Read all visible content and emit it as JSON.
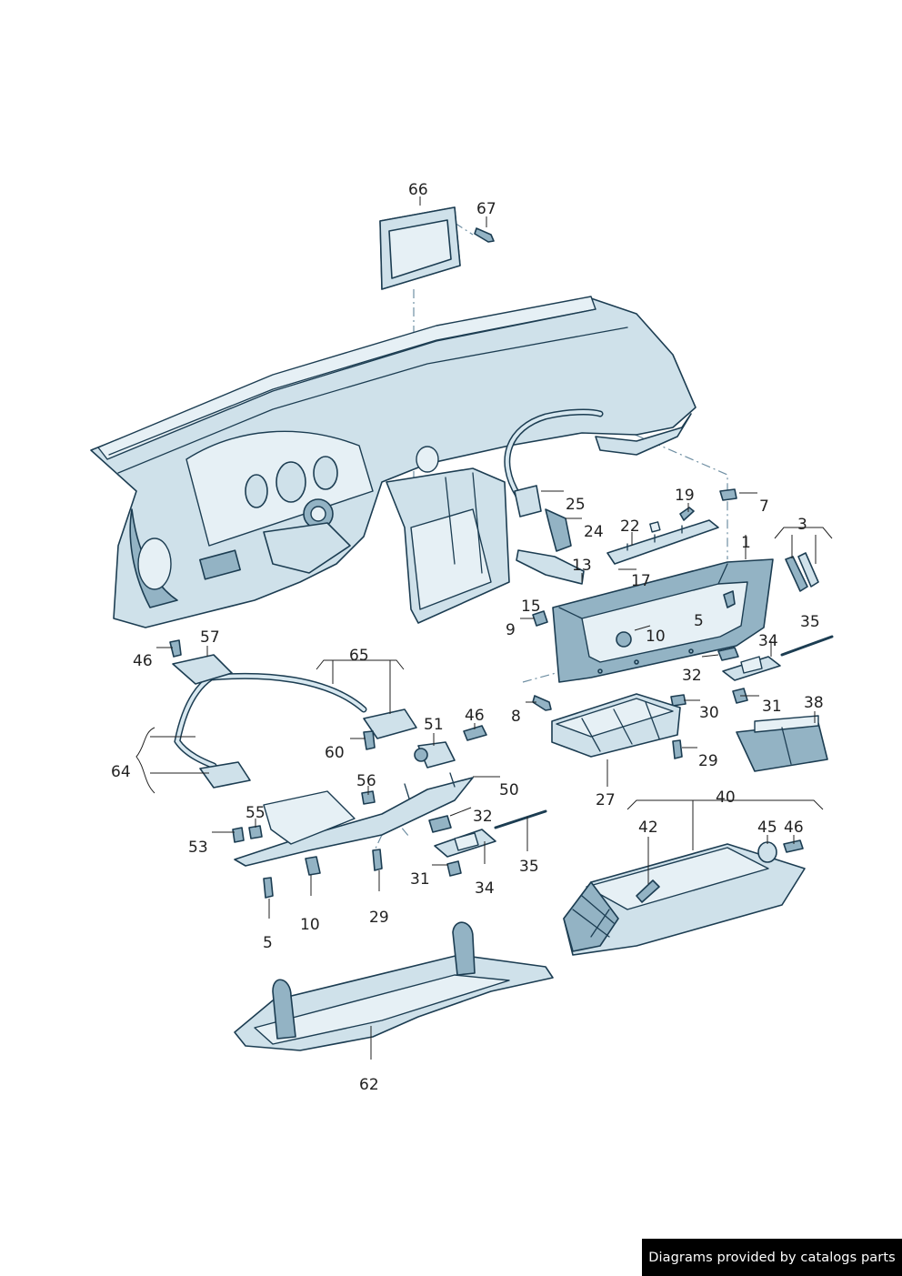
{
  "callouts": [
    {
      "id": "66",
      "label": "66"
    },
    {
      "id": "67",
      "label": "67"
    },
    {
      "id": "25",
      "label": "25"
    },
    {
      "id": "24",
      "label": "24"
    },
    {
      "id": "19",
      "label": "19"
    },
    {
      "id": "7",
      "label": "7"
    },
    {
      "id": "22",
      "label": "22"
    },
    {
      "id": "3",
      "label": "3"
    },
    {
      "id": "1",
      "label": "1"
    },
    {
      "id": "13",
      "label": "13"
    },
    {
      "id": "17",
      "label": "17"
    },
    {
      "id": "15",
      "label": "15"
    },
    {
      "id": "9",
      "label": "9"
    },
    {
      "id": "5a",
      "label": "5"
    },
    {
      "id": "10a",
      "label": "10"
    },
    {
      "id": "35a",
      "label": "35"
    },
    {
      "id": "34a",
      "label": "34"
    },
    {
      "id": "32a",
      "label": "32"
    },
    {
      "id": "31a",
      "label": "31"
    },
    {
      "id": "38",
      "label": "38"
    },
    {
      "id": "30",
      "label": "30"
    },
    {
      "id": "8",
      "label": "8"
    },
    {
      "id": "29a",
      "label": "29"
    },
    {
      "id": "27",
      "label": "27"
    },
    {
      "id": "57",
      "label": "57"
    },
    {
      "id": "46a",
      "label": "46"
    },
    {
      "id": "65",
      "label": "65"
    },
    {
      "id": "46b",
      "label": "46"
    },
    {
      "id": "51",
      "label": "51"
    },
    {
      "id": "60",
      "label": "60"
    },
    {
      "id": "64",
      "label": "64"
    },
    {
      "id": "56",
      "label": "56"
    },
    {
      "id": "50",
      "label": "50"
    },
    {
      "id": "55",
      "label": "55"
    },
    {
      "id": "53",
      "label": "53"
    },
    {
      "id": "32b",
      "label": "32"
    },
    {
      "id": "35b",
      "label": "35"
    },
    {
      "id": "31b",
      "label": "31"
    },
    {
      "id": "34b",
      "label": "34"
    },
    {
      "id": "5b",
      "label": "5"
    },
    {
      "id": "10b",
      "label": "10"
    },
    {
      "id": "29b",
      "label": "29"
    },
    {
      "id": "40",
      "label": "40"
    },
    {
      "id": "42",
      "label": "42"
    },
    {
      "id": "45",
      "label": "45"
    },
    {
      "id": "46c",
      "label": "46"
    },
    {
      "id": "62",
      "label": "62"
    }
  ],
  "footer": {
    "text": "Diagrams provided by catalogs parts"
  }
}
